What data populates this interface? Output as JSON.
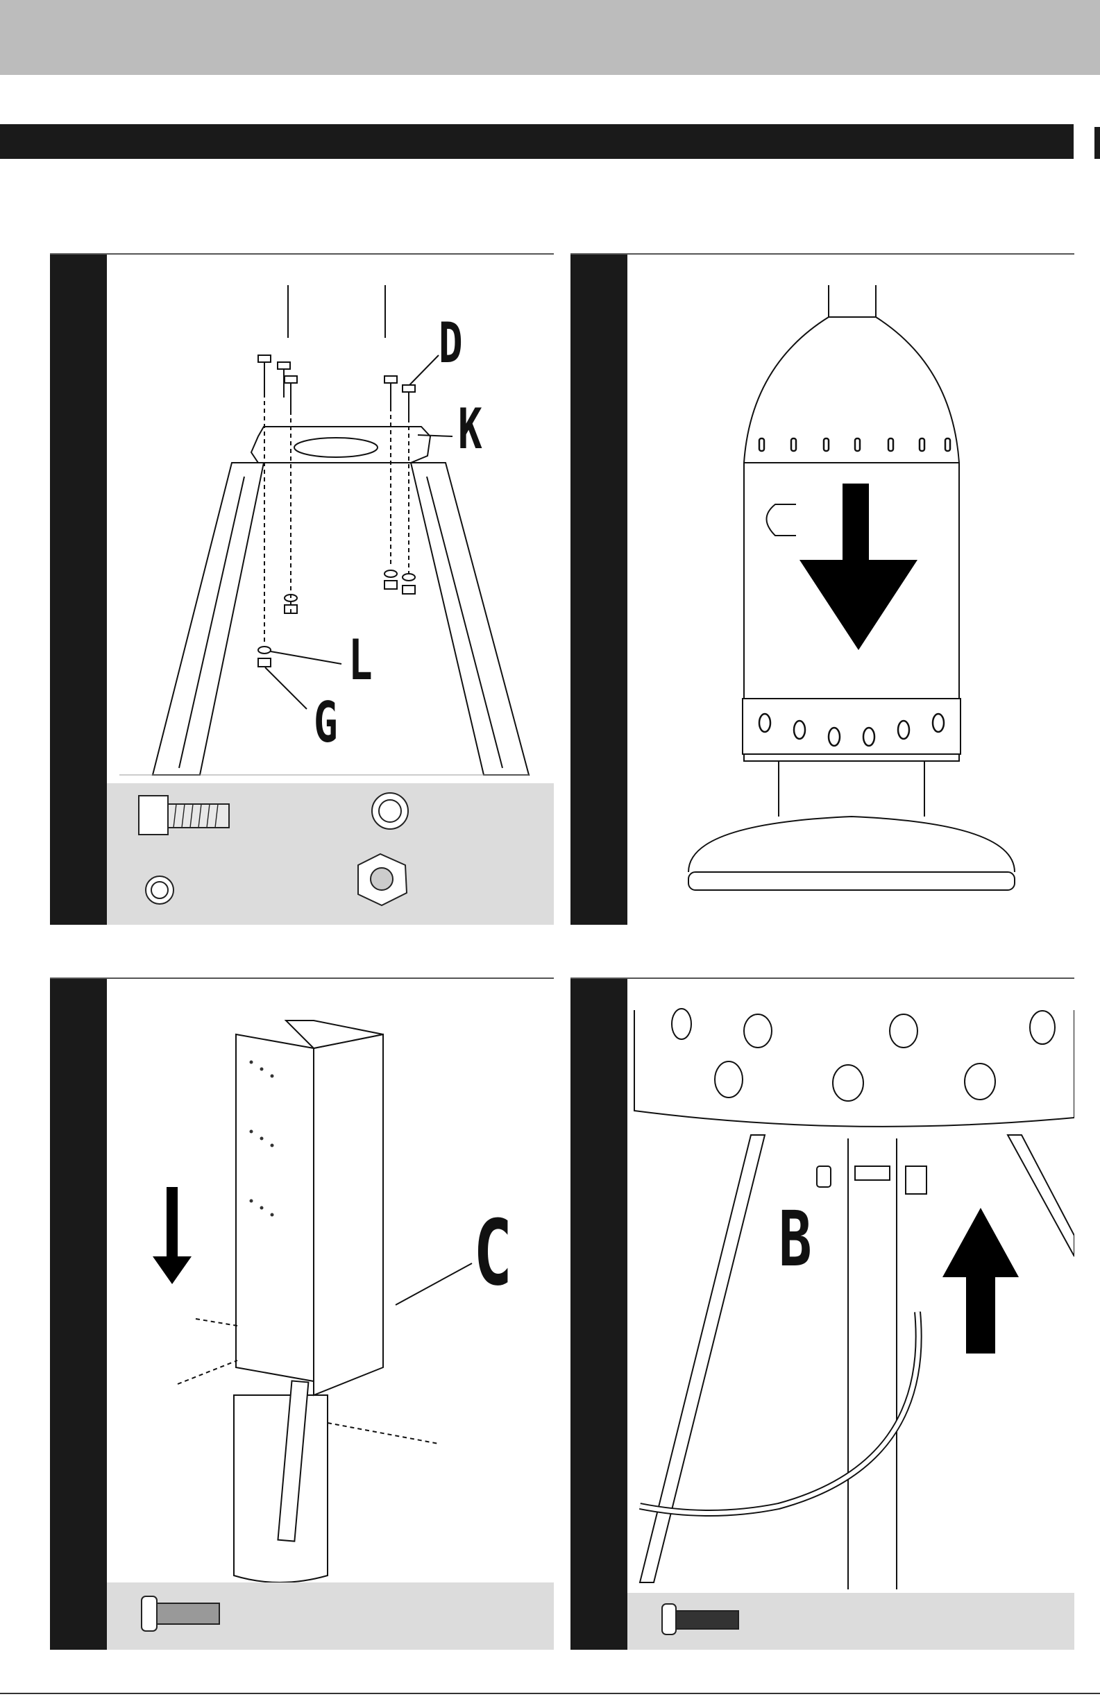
{
  "header": {
    "title": "",
    "section_title": ""
  },
  "steps": [
    {
      "number": "",
      "callouts": [
        "D",
        "K",
        "L",
        "G"
      ],
      "parts": [
        "",
        "",
        "",
        ""
      ]
    },
    {
      "number": "",
      "callouts": [],
      "parts": []
    },
    {
      "number": "",
      "callouts": [
        "C"
      ],
      "parts": [
        ""
      ]
    },
    {
      "number": "",
      "callouts": [
        "B"
      ],
      "parts": [
        ""
      ]
    }
  ],
  "colors": {
    "top_bar": "#bcbcbc",
    "section_bar": "#1a1a1a",
    "strip": "#1a1a1a",
    "parts_box": "#dcdcdc"
  },
  "icons": [
    "down-arrow-icon",
    "up-arrow-icon",
    "bolt-icon",
    "washer-icon",
    "lock-washer-icon",
    "nut-icon",
    "screw-icon"
  ]
}
